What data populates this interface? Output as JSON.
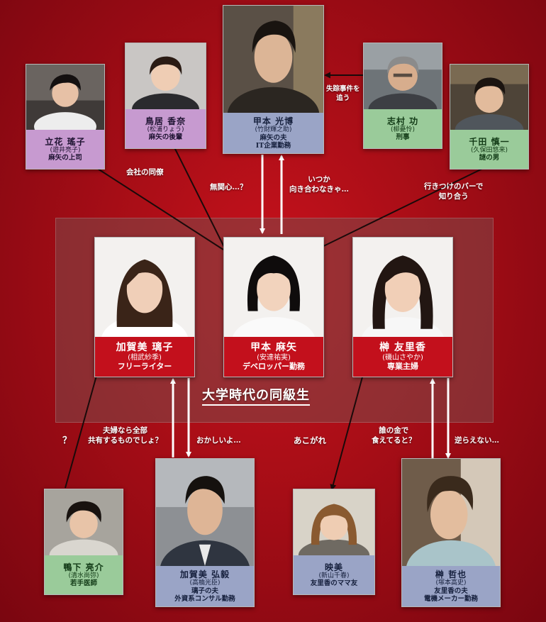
{
  "title": "大学時代の同級生",
  "colors": {
    "purple": "#c79ad0",
    "green": "#9acb9a",
    "blue": "#9aa4c6",
    "red": "#c3101c"
  },
  "characters": [
    {
      "id": "tachibana",
      "name": "立花 瑤子",
      "actor": "(遊井亮子)",
      "role": "麻矢の上司"
    },
    {
      "id": "torii",
      "name": "鳥居 香奈",
      "actor": "(松浦りょう)",
      "role": "麻矢の後輩"
    },
    {
      "id": "koumoto_mitsuhiro",
      "name": "甲本 光博",
      "actor": "(竹財輝之助)",
      "role": "麻矢の夫",
      "role2": "IT企業勤務"
    },
    {
      "id": "shimura",
      "name": "志村 功",
      "actor": "(柳憂怜)",
      "role": "刑事"
    },
    {
      "id": "senda",
      "name": "千田 慎一",
      "actor": "(久保田悠来)",
      "role": "謎の男"
    },
    {
      "id": "kagami_ruriko",
      "name": "加賀美 璃子",
      "actor": "(相武紗季)",
      "role": "フリーライター"
    },
    {
      "id": "koumoto_maya",
      "name": "甲本 麻矢",
      "actor": "(安達祐実)",
      "role": "デベロッパー勤務"
    },
    {
      "id": "sakaki_yurika",
      "name": "榊 友里香",
      "actor": "(磯山さやか)",
      "role": "専業主婦"
    },
    {
      "id": "kamoshita",
      "name": "鴨下 亮介",
      "actor": "(清水尚弥)",
      "role": "若手医師"
    },
    {
      "id": "kagami_hiroki",
      "name": "加賀美 弘毅",
      "actor": "(高橋光臣)",
      "role": "璃子の夫",
      "role2": "外資系コンサル勤務"
    },
    {
      "id": "emi",
      "name": "映美",
      "actor": "(新山千春)",
      "role": "友里香のママ友"
    },
    {
      "id": "sakaki_tetsuya",
      "name": "榊 哲也",
      "actor": "(塚本高史)",
      "role": "友里香の夫",
      "role2": "電機メーカー勤務"
    }
  ],
  "relations": {
    "shissou": [
      "失踪事件を",
      "追う"
    ],
    "kaisha": "会社の同僚",
    "mukanshin": "無関心…？",
    "itsuka": [
      "いつか",
      "向き合わなきゃ…"
    ],
    "ikitsuke": [
      "行きつけのバーで",
      "知り合う"
    ],
    "question": "？",
    "fuufu": [
      "夫婦なら全部",
      "共有するものでしょ？"
    ],
    "okashii": "おかしいよ…",
    "akogare": "あこがれ",
    "darenokane": [
      "誰の金で",
      "食えてると？"
    ],
    "sakaraenai": "逆らえない…"
  }
}
